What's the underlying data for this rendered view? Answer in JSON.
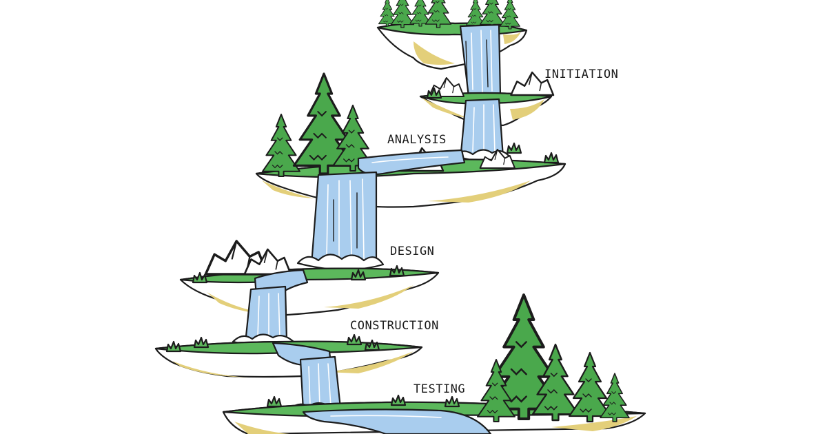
{
  "stages": [
    {
      "id": "initiation",
      "label": "INITIATION"
    },
    {
      "id": "analysis",
      "label": "ANALYSIS"
    },
    {
      "id": "design",
      "label": "DESIGN"
    },
    {
      "id": "construction",
      "label": "CONSTRUCTION"
    },
    {
      "id": "testing",
      "label": "TESTING"
    }
  ],
  "colors": {
    "water": "#a9cdee",
    "grass": "#5cb85c",
    "tree": "#4aa84c",
    "sand": "#e3cf7a",
    "ink": "#1c1c1c",
    "rock": "#ffffff"
  }
}
